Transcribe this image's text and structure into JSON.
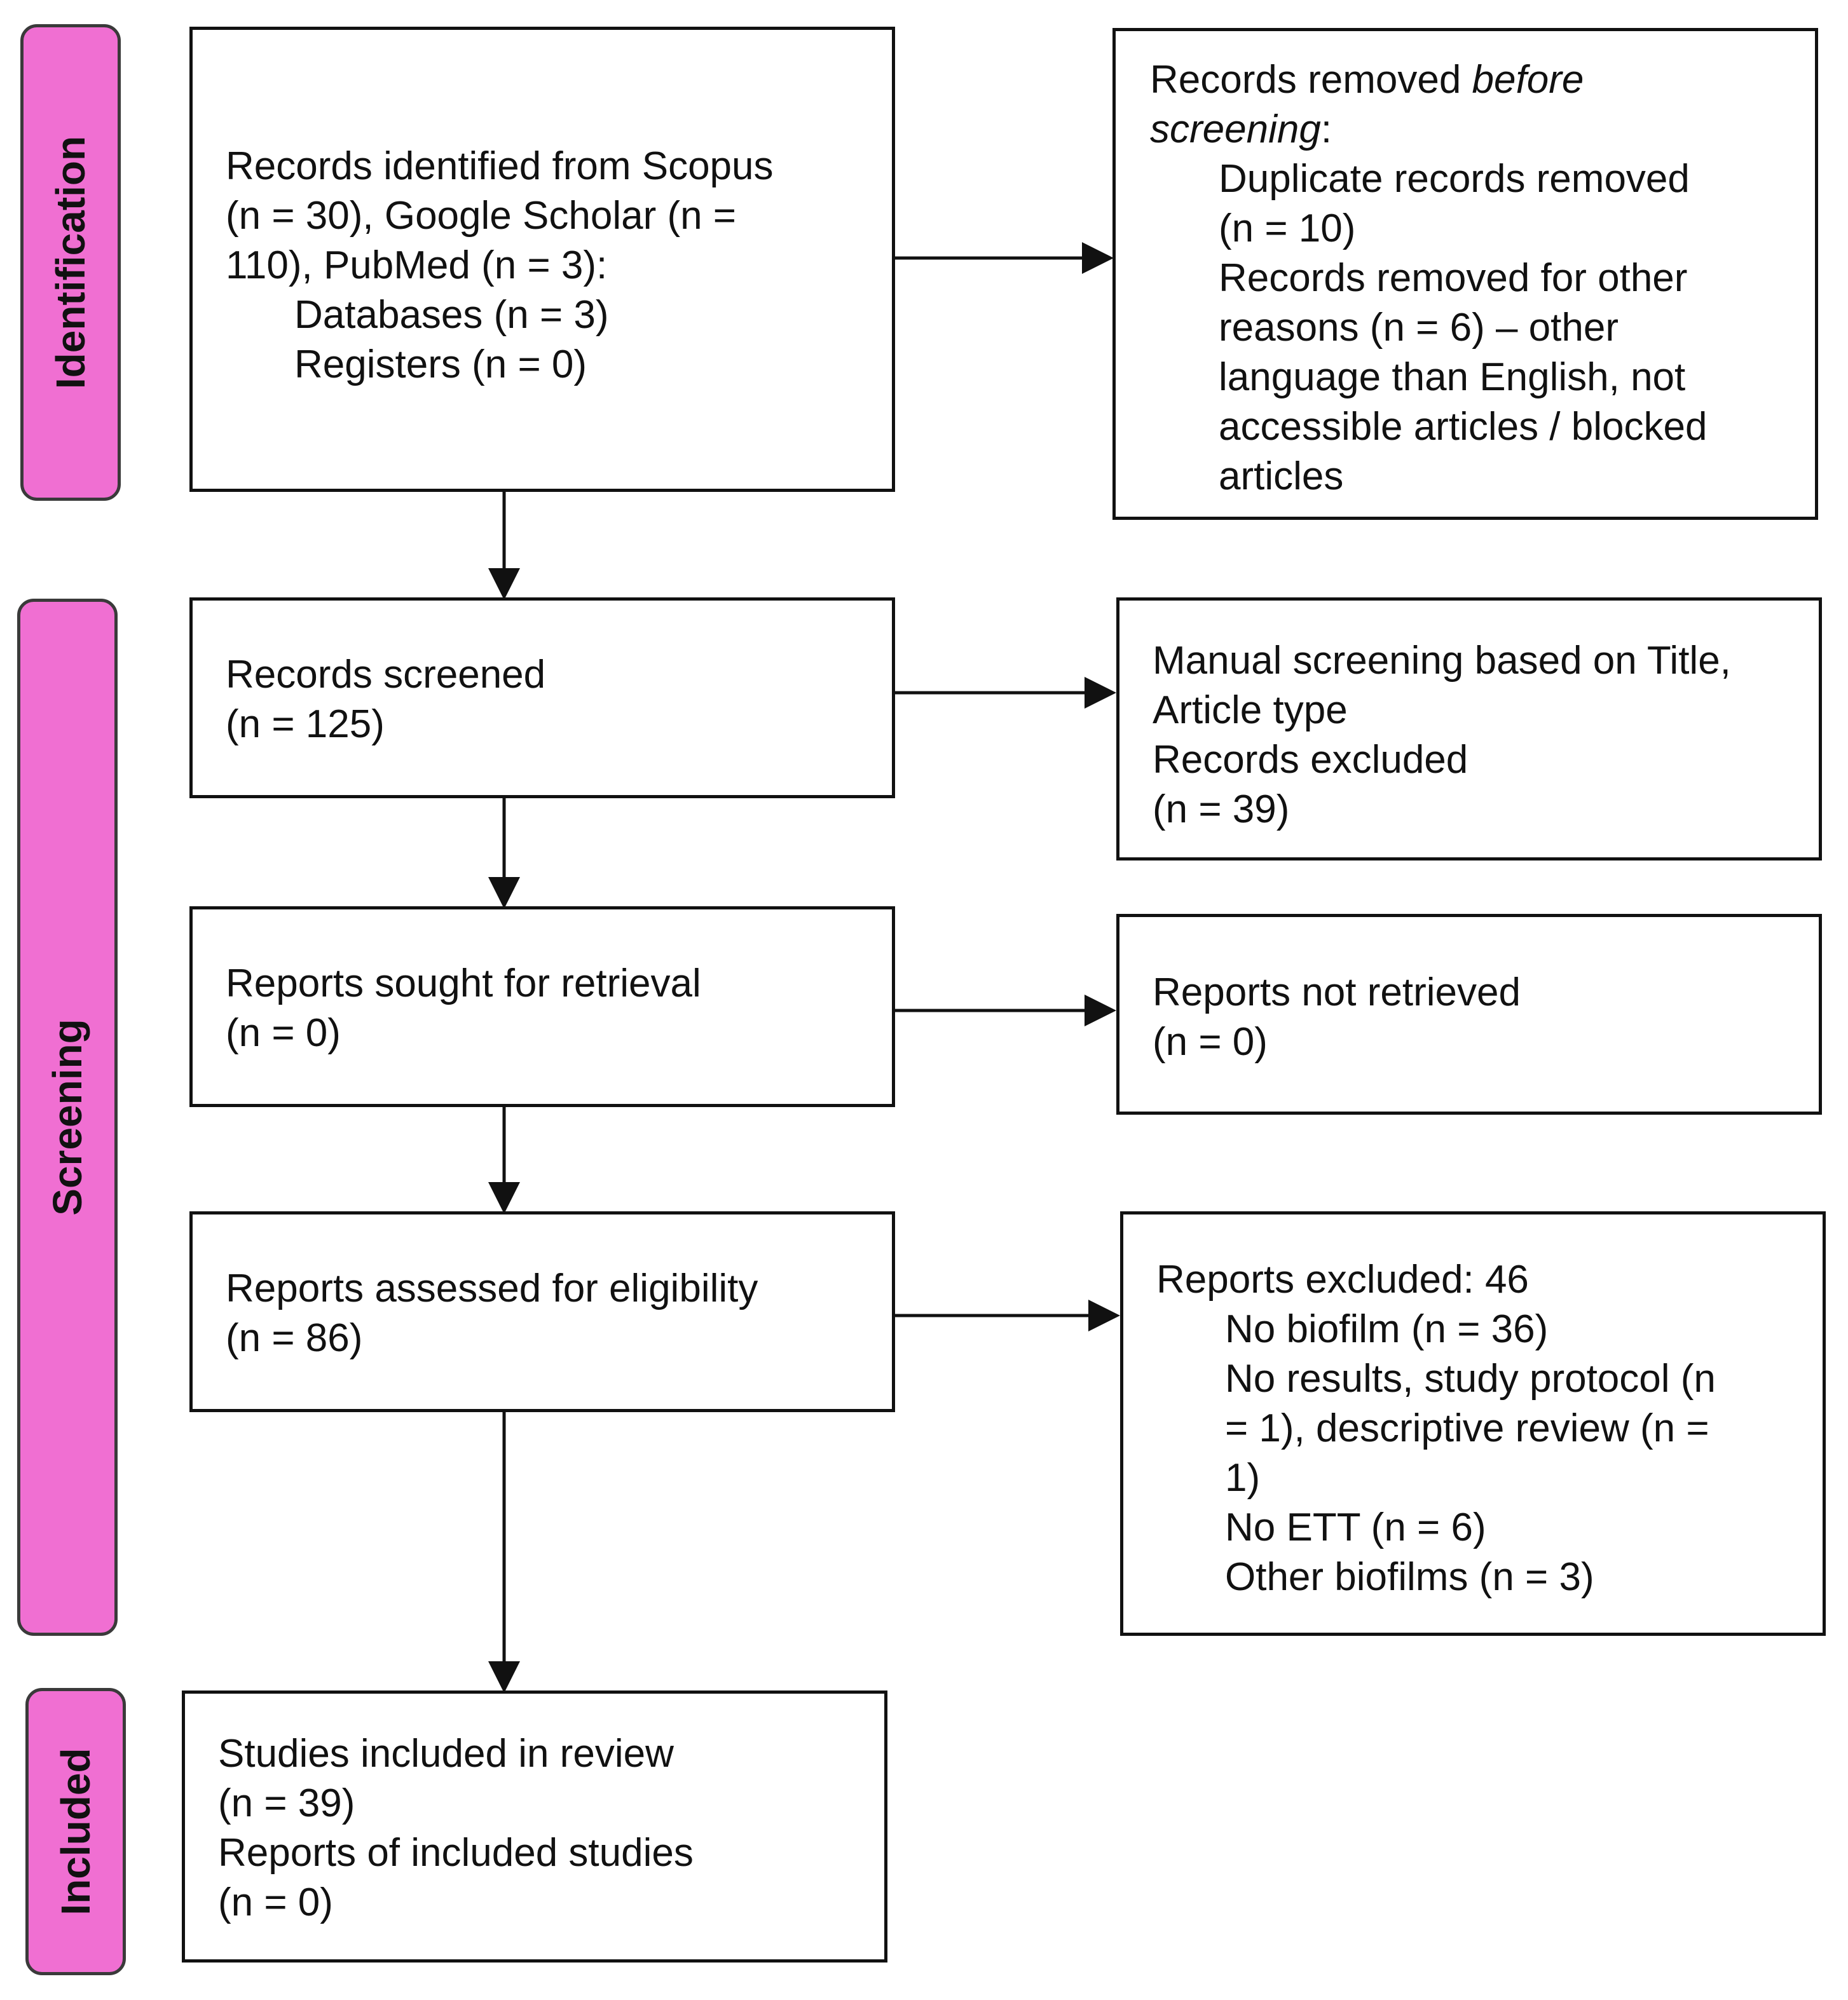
{
  "phases": {
    "identification": "Identification",
    "screening": "Screening",
    "included": "Included"
  },
  "boxes": {
    "identified": {
      "line1": "Records identified from Scopus",
      "line2": "(n = 30), Google Scholar (n =",
      "line3": "110), PubMed (n = 3):",
      "line4": "Databases (n = 3)",
      "line5": "Registers (n = 0)"
    },
    "removed_before": {
      "title_a": "Records removed ",
      "title_b": "before",
      "title_c": "screening",
      "title_d": ":",
      "line1": "Duplicate records removed",
      "line2": "(n = 10)",
      "line3": "Records removed for other",
      "line4": "reasons (n = 6) – other",
      "line5": "language than English, not",
      "line6": "accessible articles / blocked",
      "line7": "articles"
    },
    "screened": {
      "line1": "Records screened",
      "line2": "(n = 125)"
    },
    "manual_screening": {
      "line1": "Manual screening based on Title,",
      "line2": "Article type",
      "line3": "Records excluded",
      "line4": "(n = 39)"
    },
    "sought": {
      "line1": "Reports sought for retrieval",
      "line2": "(n = 0)"
    },
    "not_retrieved": {
      "line1": "Reports not retrieved",
      "line2": "(n = 0)"
    },
    "assessed": {
      "line1": "Reports assessed for eligibility",
      "line2": "(n = 86)"
    },
    "excluded": {
      "line1": "Reports excluded: 46",
      "line2": "No biofilm (n = 36)",
      "line3": "No results, study protocol (n",
      "line4": "= 1), descriptive review (n =",
      "line5": "1)",
      "line6": "No ETT (n = 6)",
      "line7": "Other biofilms (n = 3)"
    },
    "included": {
      "line1": "Studies included in review",
      "line2": "(n = 39)",
      "line3": "Reports of included studies",
      "line4": "(n = 0)"
    }
  },
  "colors": {
    "phase_fill": "#f06fd2",
    "phase_border": "#3a3a3a",
    "box_border": "#111111",
    "arrow": "#111111"
  }
}
